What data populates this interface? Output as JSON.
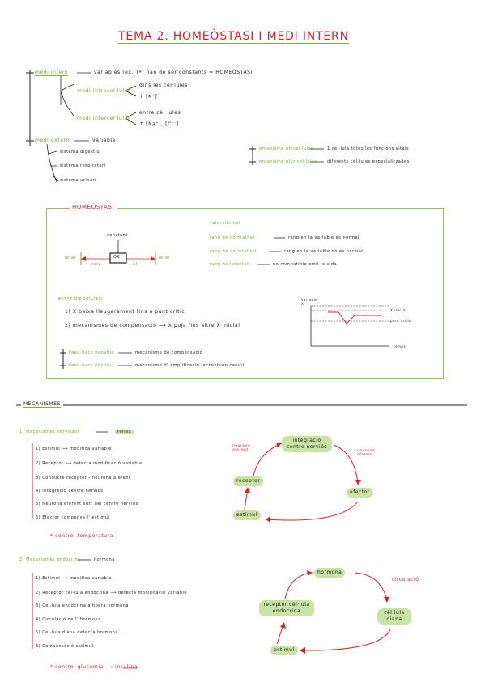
{
  "title": "TEMA 2. HOMEÒSTASI I MEDI INTERN",
  "intro": {
    "medi_intern": "medi intern",
    "medi_intern_def": "variables (ex. Tª)  han de ser constants  = HOMEÒSTASI",
    "intracel": "medi intracel·lular",
    "intracel_a": "dins les cèl·lules",
    "intracel_b": "↑ [K⁺]",
    "intercel": "medi intercel·lular",
    "intercel_a": "entre cèl·lules",
    "intercel_b": "↑ [Na⁺], [Cl⁻]",
    "medi_extern": "medi extern",
    "medi_extern_def": "variable",
    "sistemes": [
      "sistema digestiu",
      "sistema respiratori",
      "sistema urinari"
    ],
    "org_uni": "organisme unicel·lular",
    "org_uni_def": "1 cèl·lula totes les funcions vitals",
    "org_pluri": "organisme pluricel·lular",
    "org_pluri_def": "diferents cèl·lules especialitzades"
  },
  "homeostasi": {
    "heading": "HOMEÒSTASI",
    "constant": "constant",
    "ok": "OK",
    "letal_left": "letal",
    "letal_right": "letal",
    "baix": "baix",
    "alt": "alt",
    "valor_normal": "valor normal",
    "rang1_label": "rang de normalitat",
    "rang1_def": "rang en la variable és normal",
    "rang2_label": "rang de no letalitat",
    "rang2_def": "rang en la variable no és normal",
    "rang3_label": "rang de letalitat",
    "rang3_def": "no compatible amb la vida",
    "estat": "ESTAT D'EQUILIBRI",
    "step1": "1)  X baixa lleugerament fins a punt crític",
    "step2": "2)  mecanismes de compensació  ⟶  X puja fins altre X inicial",
    "graph_y": "variable X",
    "graph_x": "temps",
    "graph_xinicial": "X inicial",
    "graph_critic": "punt crític",
    "fb_neg": "Feed-back negatiu",
    "fb_neg_def": "mecanisme de compensació",
    "fb_pos": "Feed-back positiu",
    "fb_pos_def": "mecanisme d' amplificació  (accentuen canvi)"
  },
  "mecanismes": {
    "heading": "MECANISMES",
    "nervios": {
      "title": "1) Mecanismes nerviosos",
      "tag": "reflex",
      "steps": [
        "1)  Estímul  ⟶  modifica variable",
        "2)  Receptor  ⟶  detecta modificació variable",
        "3)  Conducte receptor - neurona aferent",
        "4)  Integració  centre nerviós",
        "5)  Neurona eferent  surt del centre nerviós",
        "6)  Efector  compensa  l' estímul"
      ],
      "example": "* control temperatura",
      "diagram": {
        "integracio": "integració centre nerviós",
        "receptor": "receptor",
        "efector": "efector",
        "estimul": "estímul",
        "n_aferent": "neurona aferent",
        "n_eferent": "neurona eferent"
      }
    },
    "endocri": {
      "title": "2) Mecanismes endocrins",
      "tag": "hormona",
      "steps": [
        "1)  Estímul  ⟶  modifica variable",
        "2)  Receptor cèl·lula endocrina  ⟶  detecta modificació variable",
        "3)  Cèl·lula endocrina allibera hormona",
        "4)  Circulació de l' hormona",
        "5)  Cèl·lula diana  detecta hormona",
        "6)  Compensació estímul"
      ],
      "example": "* control glucèmia  ⟶  insulina",
      "diagram": {
        "hormona": "hormona",
        "receptor": "receptor cèl·lula endocrina",
        "diana": "cèl·lula diana",
        "estimul": "estímul",
        "circulacio": "circulació"
      }
    }
  }
}
